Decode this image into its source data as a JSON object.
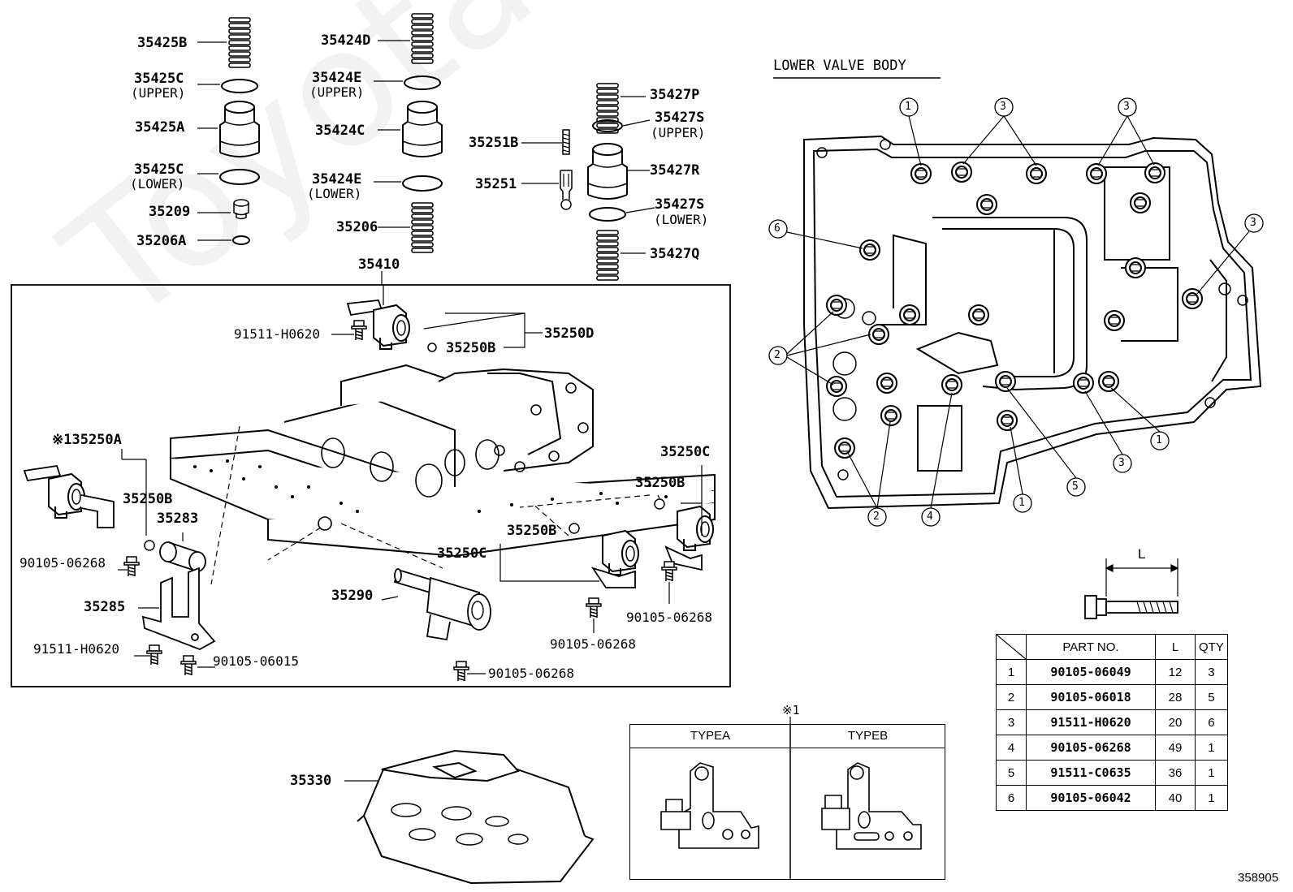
{
  "title": "LOWER VALVE BODY",
  "watermark": "ToyotaCarMaster.ru",
  "figure_number": "358905",
  "note_mark": "※1",
  "main_assembly_label": "35410",
  "upper_part_labels": [
    {
      "code": "35425B"
    },
    {
      "code": "35425C",
      "note": "(UPPER)"
    },
    {
      "code": "35425A"
    },
    {
      "code": "35425C",
      "note": "(LOWER)"
    },
    {
      "code": "35209"
    },
    {
      "code": "35206A"
    },
    {
      "code": "35424D"
    },
    {
      "code": "35424E",
      "note": "(UPPER)"
    },
    {
      "code": "35424C"
    },
    {
      "code": "35424E",
      "note": "(LOWER)"
    },
    {
      "code": "35206"
    },
    {
      "code": "35427P"
    },
    {
      "code": "35427S",
      "note": "(UPPER)"
    },
    {
      "code": "35427R"
    },
    {
      "code": "35427S",
      "note": "(LOWER)"
    },
    {
      "code": "35427Q"
    },
    {
      "code": "35251B"
    },
    {
      "code": "35251"
    }
  ],
  "assembly_part_labels": [
    "91511-H0620",
    "35250B",
    "35250D",
    "※135250A",
    "35250B",
    "35283",
    "90105-06268",
    "35285",
    "91511-H0620",
    "90105-06015",
    "35290",
    "90105-06268",
    "35250B",
    "35250C",
    "90105-06268",
    "35250C",
    "35250B",
    "90105-06268"
  ],
  "strainer_label": "35330",
  "bolt_dimension_label": "L",
  "callouts": {
    "top": [
      "1",
      "3",
      "3"
    ],
    "left": [
      "6",
      "2"
    ],
    "right": [
      "3"
    ],
    "bottom": [
      "2",
      "4",
      "1",
      "5",
      "3",
      "1"
    ]
  },
  "type_box": {
    "mark": "※1",
    "columns": [
      "TYPEA",
      "TYPEB"
    ]
  },
  "parts_table": {
    "headers": [
      "PART NO.",
      "L",
      "QTY"
    ],
    "rows": [
      {
        "index": "1",
        "part_no": "90105-06049",
        "length": "12",
        "qty": "3"
      },
      {
        "index": "2",
        "part_no": "90105-06018",
        "length": "28",
        "qty": "5"
      },
      {
        "index": "3",
        "part_no": "91511-H0620",
        "length": "20",
        "qty": "6"
      },
      {
        "index": "4",
        "part_no": "90105-06268",
        "length": "49",
        "qty": "1"
      },
      {
        "index": "5",
        "part_no": "91511-C0635",
        "length": "36",
        "qty": "1"
      },
      {
        "index": "6",
        "part_no": "90105-06042",
        "length": "40",
        "qty": "1"
      }
    ]
  }
}
